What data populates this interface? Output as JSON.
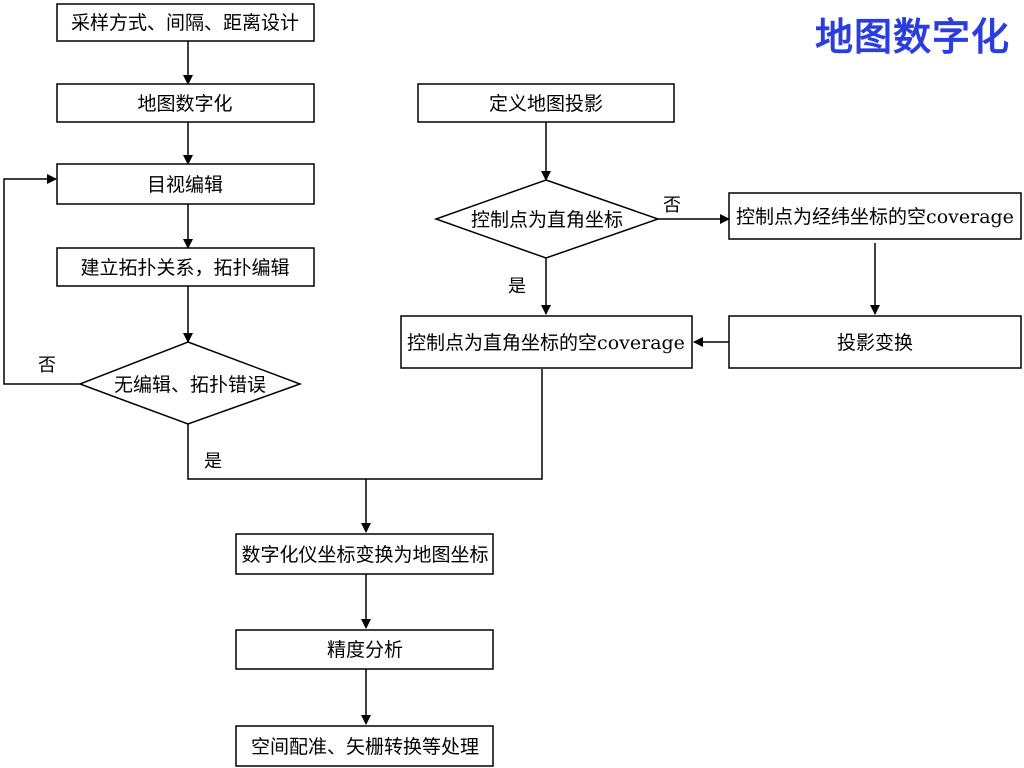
{
  "title": "地图数字化",
  "nodes": {
    "sampling": "采样方式、间隔、距离设计",
    "digitize": "地图数字化",
    "visual_edit": "目视编辑",
    "topology": "建立拓扑关系，拓扑编辑",
    "no_error": "无编辑、拓扑错误",
    "define_proj": "定义地图投影",
    "is_cartesian": "控制点为直角坐标",
    "latlon_cov": "控制点为经纬坐标的空coverage",
    "proj_transform": "投影变换",
    "cartesian_cov": "控制点为直角坐标的空coverage",
    "coord_transform": "数字化仪坐标变换为地图坐标",
    "accuracy": "精度分析",
    "spatial": "空间配准、矢栅转换等处理"
  },
  "labels": {
    "no_left": "否",
    "yes_left": "是",
    "no_right": "否",
    "yes_right": "是"
  }
}
